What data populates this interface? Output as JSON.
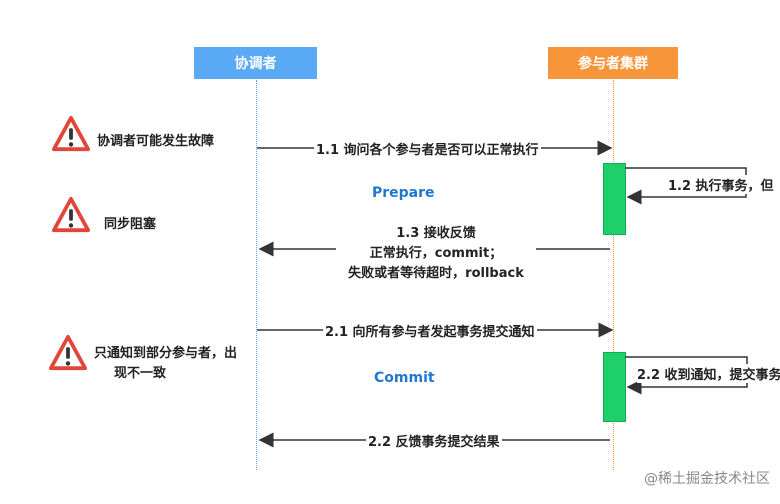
{
  "actors": {
    "coordinator": "协调者",
    "participants": "参与者集群"
  },
  "phases": {
    "prepare": "Prepare",
    "commit": "Commit"
  },
  "messages": {
    "m1_1": "1.1 询问各个参与者是否可以正常执行",
    "m1_2": "1.2 执行事务，但",
    "m1_3_line1": "1.3 接收反馈",
    "m1_3_line2": "正常执行，commit；",
    "m1_3_line3": "失败或者等待超时，rollback",
    "m2_1": "2.1 向所有参与者发起事务提交通知",
    "m2_2a": "2.2 收到通知，提交事务",
    "m2_2b": "2.2 反馈事务提交结果"
  },
  "notes": {
    "n1": "协调者可能发生故障",
    "n2": "同步阻塞",
    "n3_line1": "只通知到部分参与者，出",
    "n3_line2": "现不一致"
  },
  "icons": [
    "warning-icon",
    "warning-icon",
    "warning-icon"
  ],
  "colors": {
    "coordinator": "#5aa9f5",
    "participants": "#f7953a",
    "activation": "#1fcf6a",
    "phase_text": "#1e78d0",
    "warning": "#e0463a"
  },
  "watermark": "@稀土掘金技术社区"
}
